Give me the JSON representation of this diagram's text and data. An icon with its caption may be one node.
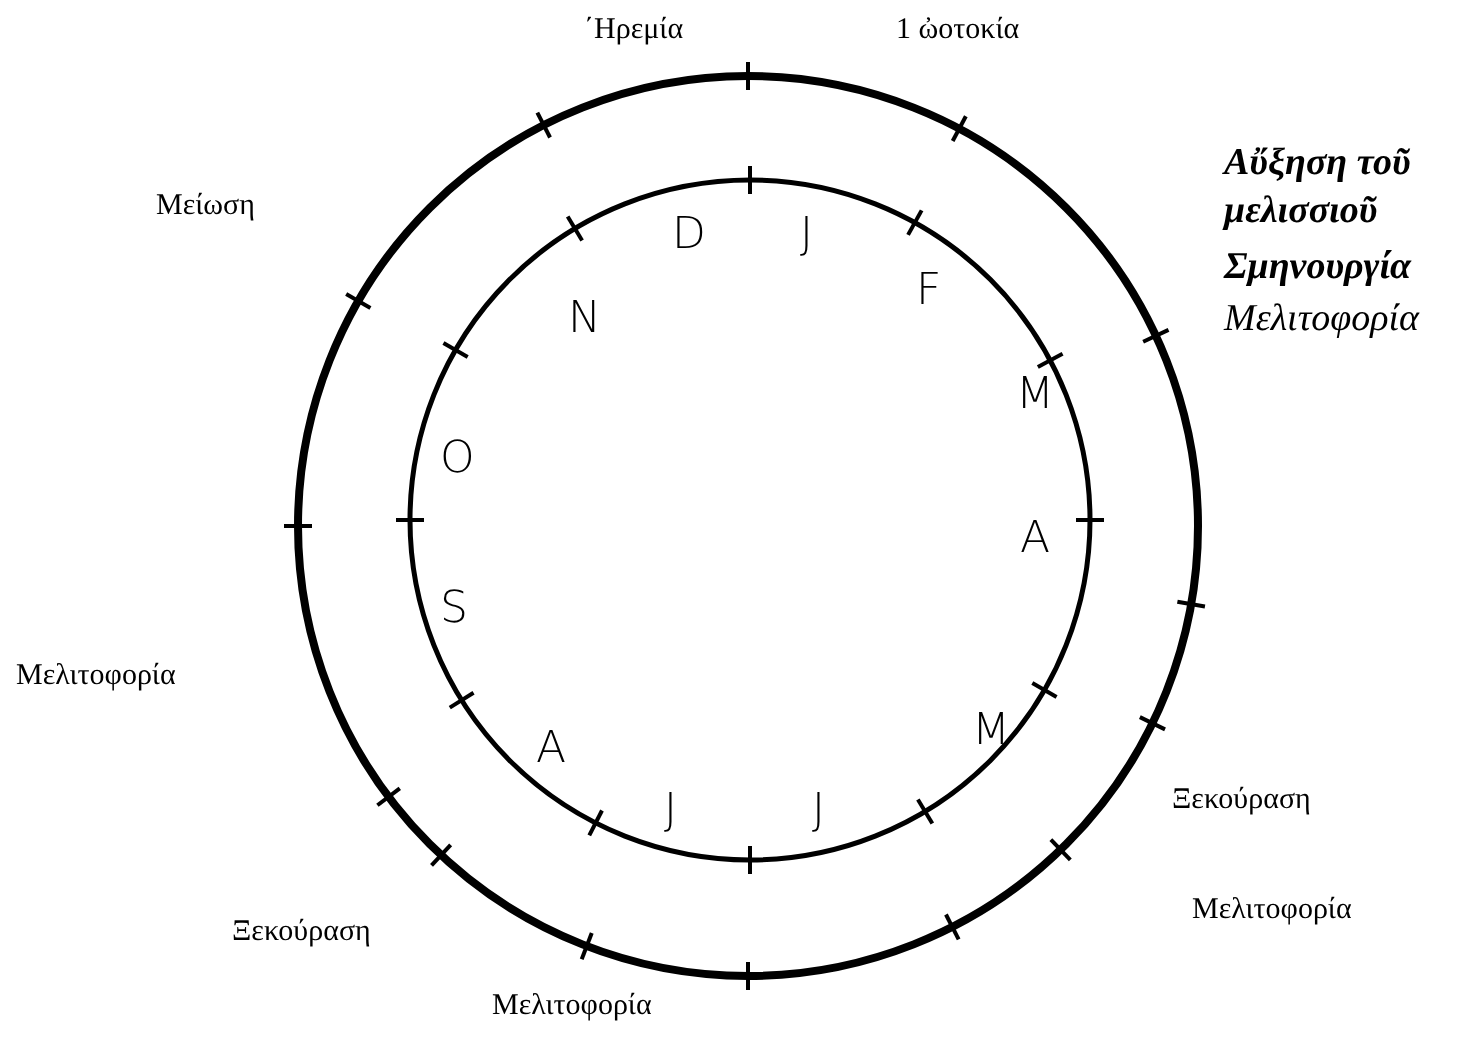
{
  "diagram": {
    "labels": [
      "΄Ηρεμία",
      "1 ὠοτοκία",
      "Αὔξηση τοῦ μελισσιοῦ",
      "Σμηνουργία",
      "Μελιτοφορία",
      "Μείωση",
      "D",
      "J",
      "N",
      "F",
      "O",
      "M",
      "A",
      "S",
      "Μελιτοφορία",
      "A",
      "M",
      "J",
      "J",
      "Ξεκούραση",
      "Μελιτοφορία",
      "Ξεκούραση",
      "Μελιτοφορία"
    ]
  }
}
